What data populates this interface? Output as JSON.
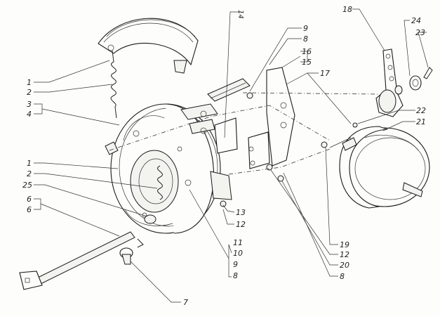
{
  "callouts": {
    "c1a": "1",
    "c2a": "2",
    "c3": "3",
    "c4a": "4",
    "c1b": "1",
    "c2b": "2",
    "c25": "25",
    "c6a": "6",
    "c6b": "6",
    "c7": "7",
    "c14": "14",
    "c9a": "9",
    "c8a": "8",
    "c16": "16",
    "c15": "15",
    "c17": "17",
    "c18": "18",
    "c24": "24",
    "c23": "23",
    "c22": "22",
    "c21": "21",
    "c13": "13",
    "c12a": "12",
    "c11": "11",
    "c10": "10",
    "c9b": "9",
    "c8b": "8",
    "c19": "19",
    "c12b": "12",
    "c20": "20",
    "c8c": "8"
  }
}
